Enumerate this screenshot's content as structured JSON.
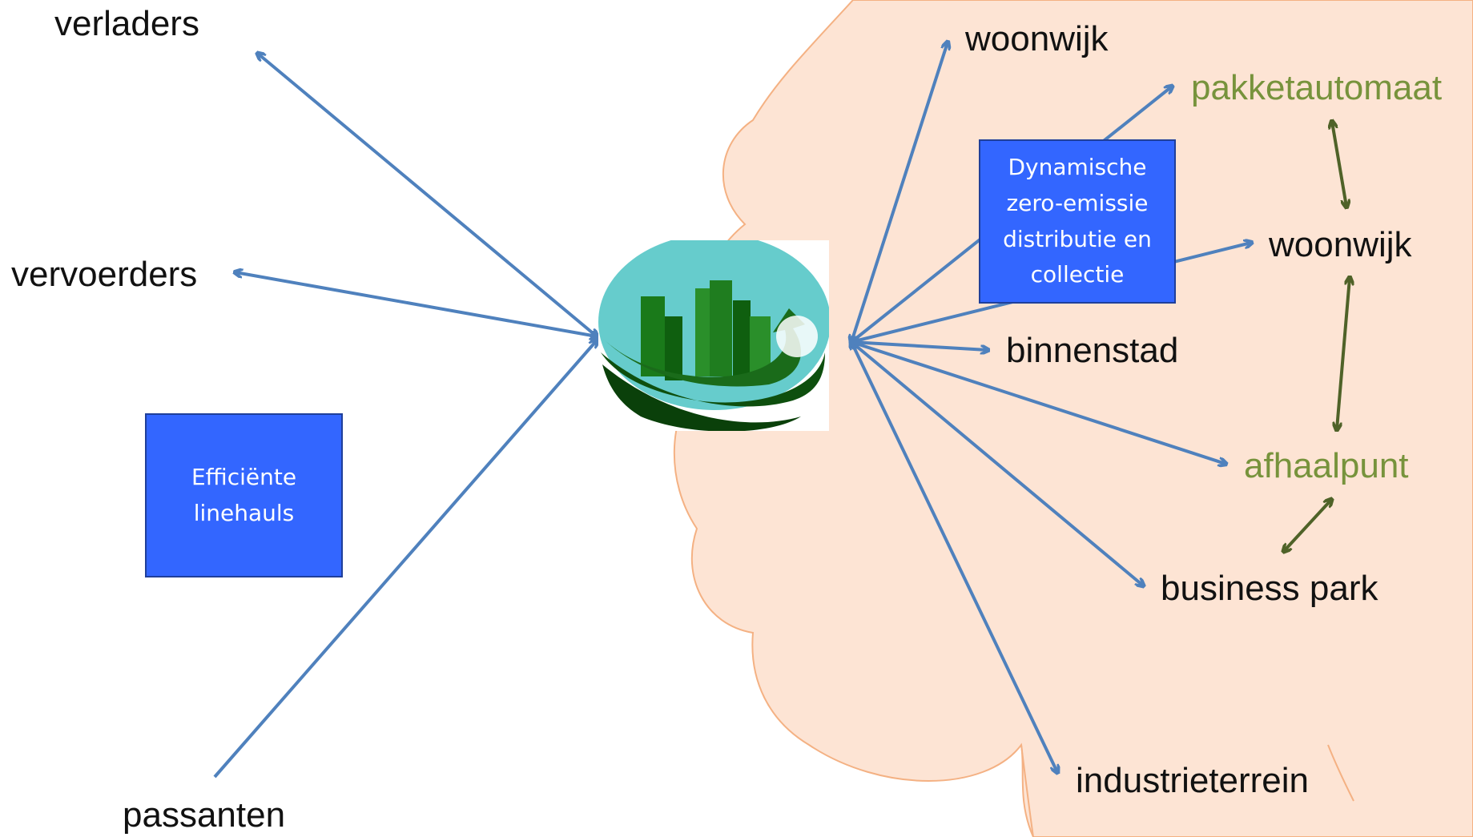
{
  "colors": {
    "cloud_fill": "#fde4d4",
    "cloud_stroke": "#f4b183",
    "arrow_blue": "#4f81bd",
    "arrow_green": "#4f6228",
    "label_green": "#77933c",
    "box_fill": "#3366ff"
  },
  "left_nodes": {
    "verladers": "verladers",
    "vervoerders": "vervoerders",
    "passanten": "passanten"
  },
  "left_box": {
    "line1": "Efficiënte",
    "line2": "linehauls"
  },
  "right_box": {
    "line1": "Dynamische",
    "line2": "zero-emissie",
    "line3": "distributie en",
    "line4": "collectie"
  },
  "right_nodes": {
    "woonwijk_top": "woonwijk",
    "pakketautomaat": "pakketautomaat",
    "woonwijk_mid": "woonwijk",
    "binnenstad": "binnenstad",
    "afhaalpunt": "afhaalpunt",
    "business_park": "business park",
    "industrieterrein": "industrieterrein"
  },
  "hub": {
    "icon": "city-hub-logo-icon"
  }
}
